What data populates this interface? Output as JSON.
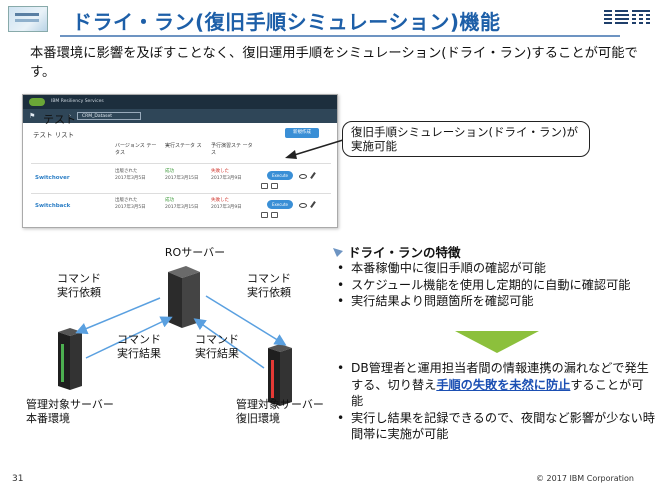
{
  "header": {
    "title": "ドライ・ラン(復旧手順シミュレーション)機能",
    "logo": "IBM"
  },
  "lead": "本番環境に影響を及ぼすことなく、復旧運用手順をシミュレーション(ドライ・ラン)することが可能です。",
  "app": {
    "product_title": "IBM Resiliency Services",
    "nav_label": "テスト",
    "nav_arrow": "›",
    "dataset": "CRM_Dataset",
    "list_title": "テスト リスト",
    "new_button": "新規作成",
    "columns": [
      "バージョンス テータス",
      "実行ステータ ス",
      "予行演習ステ ータス"
    ],
    "rows": [
      {
        "name": "Switchover",
        "version_status": [
          "出版された",
          "2017年3月5日"
        ],
        "run_status": [
          "成功",
          "2017年3月15日"
        ],
        "rehearsal_status": [
          "失敗した",
          "2017年3月9日"
        ],
        "execute_label": "Execute"
      },
      {
        "name": "Switchback",
        "version_status": [
          "出版された",
          "2017年3月5日"
        ],
        "run_status": [
          "成功",
          "2017年3月15日"
        ],
        "rehearsal_status": [
          "失敗した",
          "2017年3月9日"
        ],
        "execute_label": "Execute"
      }
    ]
  },
  "callout": {
    "text": "復旧手順シミュレーション(ドライ・ラン)が実施可能"
  },
  "diagram": {
    "ro_server": "ROサーバー",
    "cmd_request_left": [
      "コマンド",
      "実行依頼"
    ],
    "cmd_request_right": [
      "コマンド",
      "実行依頼"
    ],
    "cmd_result_left": [
      "コマンド",
      "実行結果"
    ],
    "cmd_result_right": [
      "コマンド",
      "実行結果"
    ],
    "server_prod": [
      "管理対象サーバー",
      "本番環境"
    ],
    "server_dr": [
      "管理対象サーバー",
      "復旧環境"
    ]
  },
  "features": {
    "title": "ドライ・ランの特徴",
    "bullets_top": [
      "本番稼働中に復旧手順の確認が可能",
      "スケジュール機能を使用し定期的に自動に確認可能",
      "実行結果より問題箇所を確認可能"
    ],
    "bullet_mid_pre": "DB管理者と運用担当者間の情報連携の漏れなどで発生する、切り替え",
    "bullet_mid_highlight": "手順の失敗を未然に防止",
    "bullet_mid_post": "することが可能",
    "bullet_last": "実行し結果を記録できるので、夜間など影響が少ない時間帯に実施が可能"
  },
  "footer": {
    "page_number": "31",
    "copyright": "© 2017 IBM Corporation"
  },
  "colors": {
    "title_blue": "#1d5fa8",
    "highlight_blue": "#1b4fb3",
    "arrow_blue": "#5aa0e0",
    "triangle_green": "#8cc03c",
    "server_green": "#4caf50",
    "server_red": "#e53935"
  }
}
